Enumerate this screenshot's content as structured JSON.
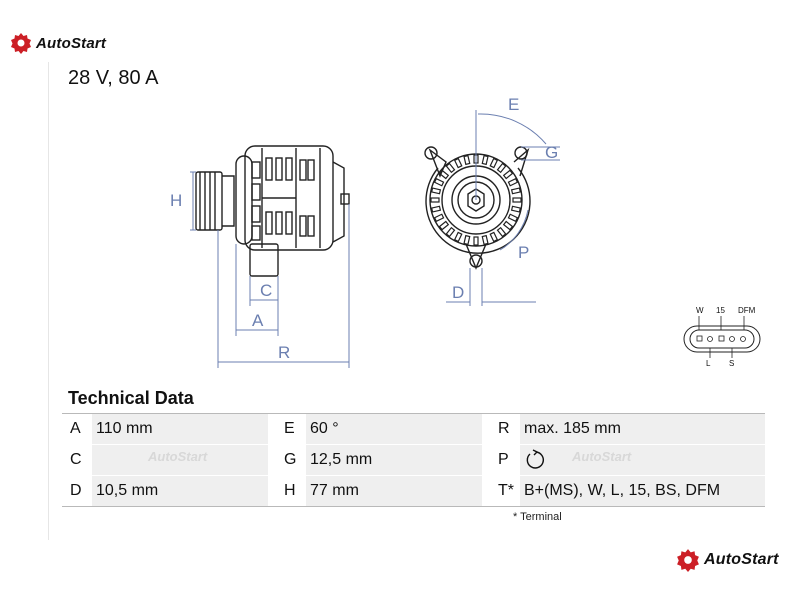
{
  "brand": {
    "name": "AutoStart",
    "accent": "#cc1f26"
  },
  "spec_title": "28 V, 80 A",
  "dimension_labels": {
    "A": "A",
    "C": "C",
    "D": "D",
    "E": "E",
    "G": "G",
    "H": "H",
    "P": "P",
    "R": "R"
  },
  "connector": {
    "pins_top": [
      "W",
      "15",
      "DFM"
    ],
    "pins_bottom": [
      "L",
      "S"
    ]
  },
  "technical_data": {
    "title": "Technical Data",
    "rows": [
      [
        {
          "key": "A",
          "value": "110 mm"
        },
        {
          "key": "E",
          "value": "60 °"
        },
        {
          "key": "R",
          "value": "max. 185 mm"
        }
      ],
      [
        {
          "key": "C",
          "value": ""
        },
        {
          "key": "G",
          "value": "12,5 mm"
        },
        {
          "key": "P",
          "value": "",
          "icon": "clockwise-rotation-icon"
        }
      ],
      [
        {
          "key": "D",
          "value": "10,5 mm"
        },
        {
          "key": "H",
          "value": "77 mm"
        },
        {
          "key": "T*",
          "value": "B+(MS), W, L, 15, BS, DFM"
        }
      ]
    ],
    "footnote": "* Terminal"
  },
  "watermarks": [
    "AutoStart",
    "AutoStart"
  ]
}
